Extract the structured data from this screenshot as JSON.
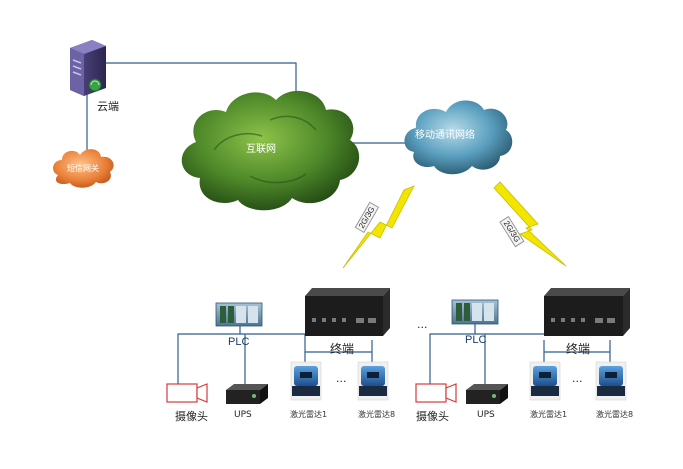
{
  "labels": {
    "cloud": "云端",
    "internet": "互联网",
    "mobile_network": "移动通讯网络",
    "sms_gateway": "短信网关",
    "link_left": "2G/3G",
    "link_right": "2G/3G",
    "plc_left": "PLC",
    "plc_right": "PLC",
    "terminal_left": "终端",
    "terminal_right": "终端",
    "camera_left": "摄像头",
    "camera_right": "摄像头",
    "ups_left": "UPS",
    "ups_right": "UPS",
    "lidar1_left": "激光雷达1",
    "lidarN_left": "激光雷达8",
    "lidar1_right": "激光雷达1",
    "lidarN_right": "激光雷达8",
    "ellipsis_lidar_left": "...",
    "ellipsis_lidar_right": "...",
    "ellipsis_sites": "..."
  },
  "colors": {
    "line": "#2f5e8e",
    "internet_cloud": "#4f8a2a",
    "mobile_cloud": "#4f93b3",
    "sms_cloud": "#e0742e",
    "bolt": "#f2e600",
    "terminal": "#1c1c1c",
    "lidar": "#2a6bb3"
  }
}
